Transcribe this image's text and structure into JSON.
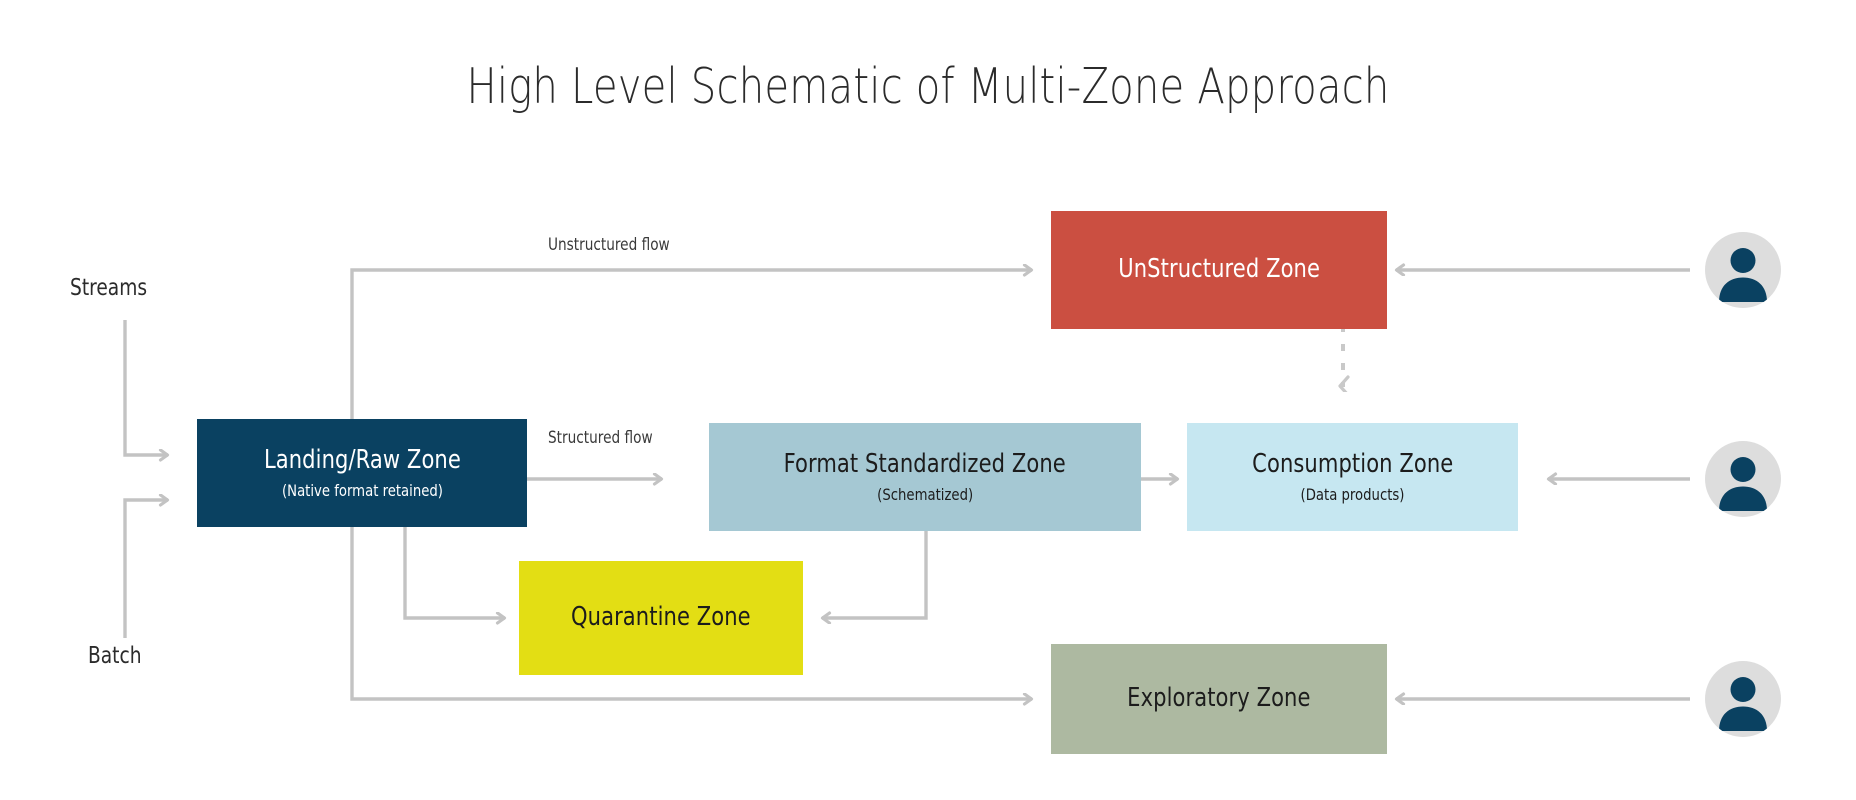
{
  "title": "High Level Schematic of Multi-Zone Approach",
  "colors": {
    "landing_fill": "#0a4161",
    "landing_text": "#ffffff",
    "unstructured_fill": "#cb4f41",
    "unstructured_text": "#ffffff",
    "format_fill": "#a5c8d3",
    "format_text": "#1c1c1c",
    "consumption_fill": "#c6e7f1",
    "consumption_text": "#1c1c1c",
    "quarantine_fill": "#e3de14",
    "quarantine_text": "#1c1c1c",
    "exploratory_fill": "#adb9a1",
    "exploratory_text": "#1c1c1c",
    "connector": "#c3c3c3",
    "avatar_circle": "#dddddd",
    "avatar_person": "#0a4161",
    "background": "#ffffff",
    "title_text": "#2b2b2b"
  },
  "zones": [
    {
      "id": "landing-raw-zone",
      "title": "Landing/Raw Zone",
      "subtitle": "(Native format retained)"
    },
    {
      "id": "unstructured-zone",
      "title": "UnStructured Zone",
      "subtitle": ""
    },
    {
      "id": "format-standardized-zone",
      "title": "Format Standardized Zone",
      "subtitle": "(Schematized)"
    },
    {
      "id": "consumption-zone",
      "title": "Consumption Zone",
      "subtitle": "(Data products)"
    },
    {
      "id": "quarantine-zone",
      "title": "Quarantine Zone",
      "subtitle": ""
    },
    {
      "id": "exploratory-zone",
      "title": "Exploratory Zone",
      "subtitle": ""
    }
  ],
  "edge_labels": {
    "unstructured_flow": "Unstructured flow",
    "structured_flow": "Structured flow"
  },
  "sources": {
    "streams": "Streams",
    "batch": "Batch"
  },
  "avatars": [
    {
      "id": "consumer-unstructured",
      "name": "user-avatar"
    },
    {
      "id": "consumer-consumption",
      "name": "user-avatar"
    },
    {
      "id": "consumer-exploratory",
      "name": "user-avatar"
    }
  ]
}
